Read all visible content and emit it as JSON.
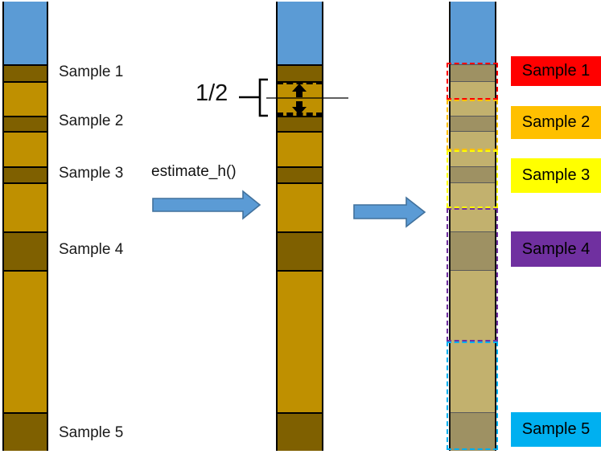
{
  "samples": [
    "Sample 1",
    "Sample 2",
    "Sample 3",
    "Sample 4",
    "Sample 5"
  ],
  "annotations": {
    "half_label": "1/2",
    "function_label": "estimate_h()"
  },
  "legend": [
    {
      "label": "Sample 1",
      "color": "#ff0000",
      "text_color": "#000000"
    },
    {
      "label": "Sample 2",
      "color": "#ffc000",
      "text_color": "#000000"
    },
    {
      "label": "Sample 3",
      "color": "#ffff00",
      "text_color": "#000000"
    },
    {
      "label": "Sample 4",
      "color": "#7030a0",
      "text_color": "#000000"
    },
    {
      "label": "Sample 5",
      "color": "#00b0f0",
      "text_color": "#000000"
    }
  ],
  "diagram": {
    "colors": {
      "blue": "#5b9bd5",
      "gold": "#bf9000",
      "dark": "#7f6000",
      "tan_light": "#c2b16e",
      "tan_dark": "#9e9163",
      "arrow_fill": "#5b9bd5",
      "arrow_border": "#41719c"
    },
    "core_segments": [
      {
        "from": 2,
        "to": 80,
        "color": "blue"
      },
      {
        "from": 80,
        "to": 101,
        "color": "dark"
      },
      {
        "from": 101,
        "to": 144,
        "color": "gold"
      },
      {
        "from": 144,
        "to": 163,
        "color": "dark"
      },
      {
        "from": 163,
        "to": 207,
        "color": "gold"
      },
      {
        "from": 207,
        "to": 227,
        "color": "dark"
      },
      {
        "from": 227,
        "to": 288,
        "color": "gold"
      },
      {
        "from": 288,
        "to": 336,
        "color": "dark"
      },
      {
        "from": 336,
        "to": 513,
        "color": "gold"
      },
      {
        "from": 513,
        "to": 561,
        "color": "dark"
      }
    ],
    "shaded_segments": [
      {
        "from": 2,
        "to": 80,
        "color": "blue"
      },
      {
        "from": 80,
        "to": 101,
        "color": "tan_dark"
      },
      {
        "from": 101,
        "to": 144,
        "color": "tan_light"
      },
      {
        "from": 144,
        "to": 163,
        "color": "tan_dark"
      },
      {
        "from": 163,
        "to": 207,
        "color": "tan_light"
      },
      {
        "from": 207,
        "to": 227,
        "color": "tan_dark"
      },
      {
        "from": 227,
        "to": 288,
        "color": "tan_light"
      },
      {
        "from": 288,
        "to": 336,
        "color": "tan_dark"
      },
      {
        "from": 336,
        "to": 513,
        "color": "tan_light"
      },
      {
        "from": 513,
        "to": 561,
        "color": "tan_dark"
      }
    ],
    "columns": [
      {
        "id": "col1",
        "segments": "core_segments"
      },
      {
        "id": "col2",
        "segments": "core_segments"
      },
      {
        "id": "col3",
        "segments": "shaded_segments"
      }
    ]
  }
}
